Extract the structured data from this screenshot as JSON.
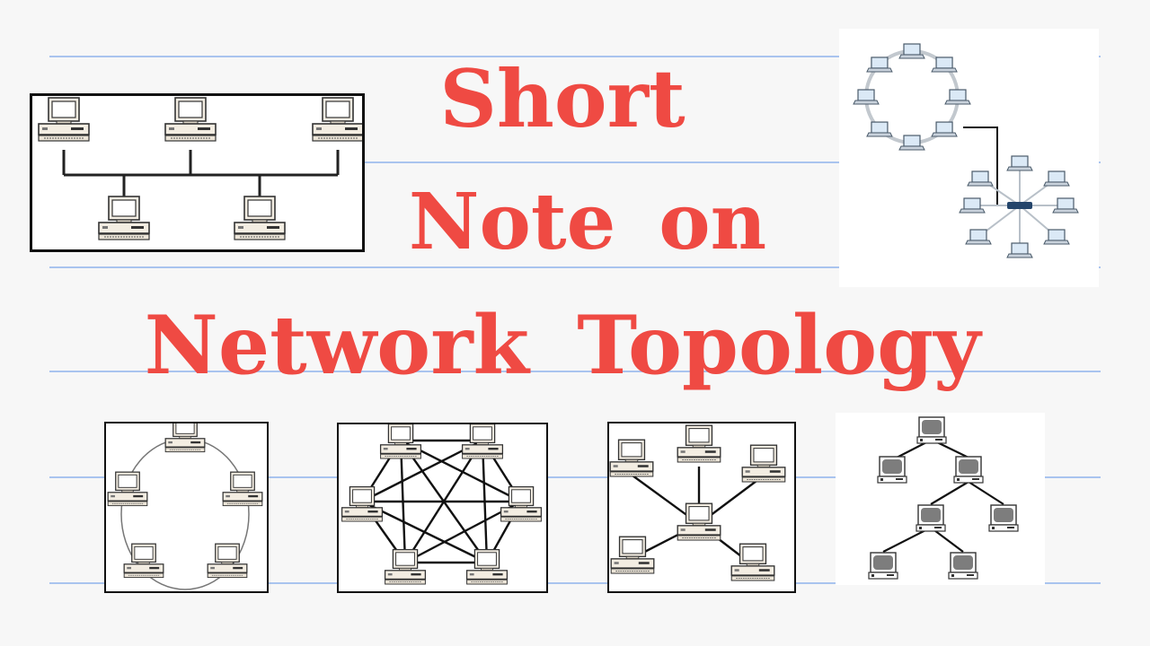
{
  "title": {
    "line1": "Short",
    "line2": "Note on",
    "line3": "Network Topology"
  },
  "colors": {
    "title": "#ef4a43",
    "rule": "#a9c4ef",
    "background": "#f7f7f7"
  },
  "diagrams": [
    {
      "id": "bus",
      "icon": "computer-icon"
    },
    {
      "id": "ring-star",
      "icon": "laptop-icon"
    },
    {
      "id": "ring",
      "icon": "computer-icon"
    },
    {
      "id": "mesh",
      "icon": "computer-icon"
    },
    {
      "id": "star",
      "icon": "computer-icon"
    },
    {
      "id": "tree",
      "icon": "computer-icon"
    }
  ]
}
